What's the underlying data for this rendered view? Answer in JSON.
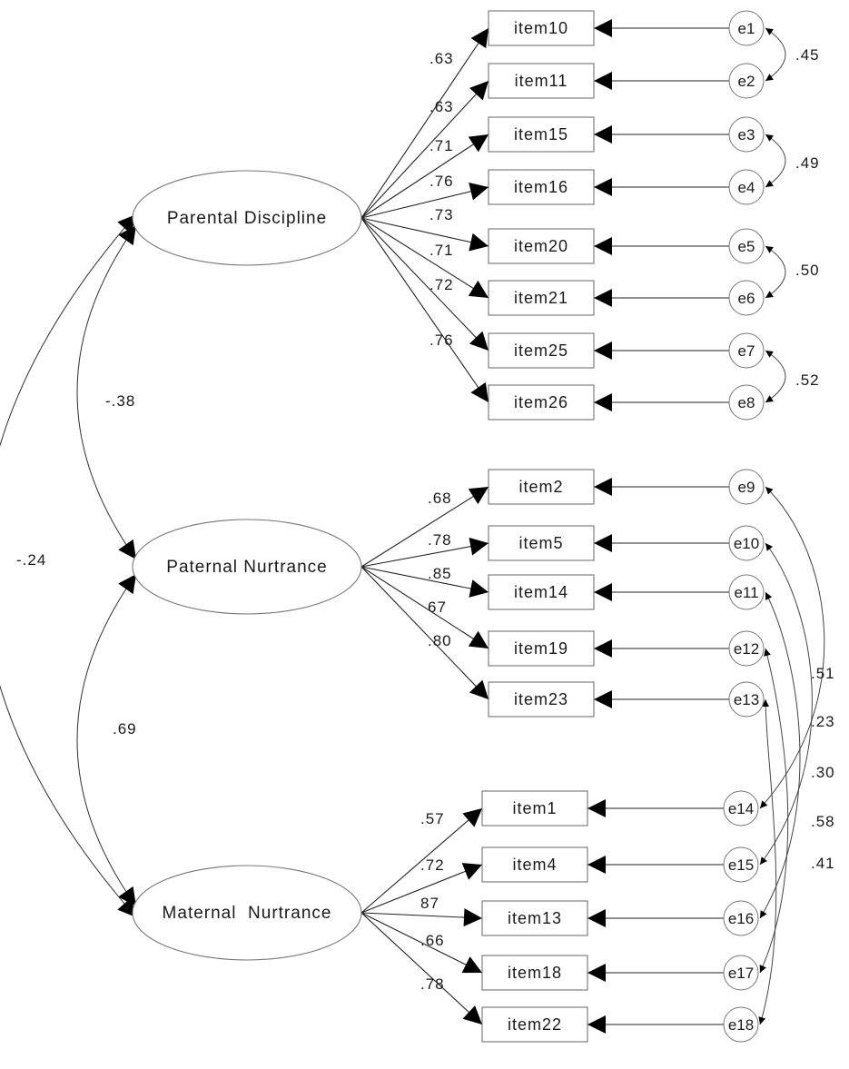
{
  "latents": [
    {
      "id": "PD",
      "label": "Parental Discipline"
    },
    {
      "id": "PN",
      "label": "Paternal Nurtrance"
    },
    {
      "id": "MN",
      "label": "Maternal  Nurtrance"
    }
  ],
  "latent_correlations": [
    {
      "from": "PD",
      "to": "PN",
      "value": "-.38"
    },
    {
      "from": "PD",
      "to": "MN",
      "value": "-.24"
    },
    {
      "from": "PN",
      "to": "MN",
      "value": ".69"
    }
  ],
  "indicators": [
    {
      "latent": "PD",
      "label": "item10",
      "loading": ".63",
      "error": "e1"
    },
    {
      "latent": "PD",
      "label": "item11",
      "loading": ".63",
      "error": "e2"
    },
    {
      "latent": "PD",
      "label": "item15",
      "loading": ".71",
      "error": "e3"
    },
    {
      "latent": "PD",
      "label": "item16",
      "loading": ".76",
      "error": "e4"
    },
    {
      "latent": "PD",
      "label": "item20",
      "loading": ".73",
      "error": "e5"
    },
    {
      "latent": "PD",
      "label": "item21",
      "loading": ".71",
      "error": "e6"
    },
    {
      "latent": "PD",
      "label": "item25",
      "loading": ".72",
      "error": "e7"
    },
    {
      "latent": "PD",
      "label": "item26",
      "loading": ".76",
      "error": "e8"
    },
    {
      "latent": "PN",
      "label": "item2",
      "loading": ".68",
      "error": "e9"
    },
    {
      "latent": "PN",
      "label": "item5",
      "loading": ".78",
      "error": "e10"
    },
    {
      "latent": "PN",
      "label": "item14",
      "loading": ".85",
      "error": "e11"
    },
    {
      "latent": "PN",
      "label": "item19",
      "loading": "67",
      "error": "e12"
    },
    {
      "latent": "PN",
      "label": "item23",
      "loading": ".80",
      "error": "e13"
    },
    {
      "latent": "MN",
      "label": "item1",
      "loading": ".57",
      "error": "e14"
    },
    {
      "latent": "MN",
      "label": "item4",
      "loading": ".72",
      "error": "e15"
    },
    {
      "latent": "MN",
      "label": "item13",
      "loading": "87",
      "error": "e16"
    },
    {
      "latent": "MN",
      "label": "item18",
      "loading": ".66",
      "error": "e17"
    },
    {
      "latent": "MN",
      "label": "item22",
      "loading": ".78",
      "error": "e18"
    }
  ],
  "error_covariances": [
    {
      "a": "e1",
      "b": "e2",
      "value": ".45"
    },
    {
      "a": "e3",
      "b": "e4",
      "value": ".49"
    },
    {
      "a": "e5",
      "b": "e6",
      "value": ".50"
    },
    {
      "a": "e7",
      "b": "e8",
      "value": ".52"
    },
    {
      "a": "e9",
      "b": "e14",
      "value": ".51"
    },
    {
      "a": "e10",
      "b": "e15",
      "value": ".23"
    },
    {
      "a": "e11",
      "b": "e16",
      "value": ".30"
    },
    {
      "a": "e12",
      "b": "e17",
      "value": ".58"
    },
    {
      "a": "e13",
      "b": "e18",
      "value": ".41"
    }
  ]
}
